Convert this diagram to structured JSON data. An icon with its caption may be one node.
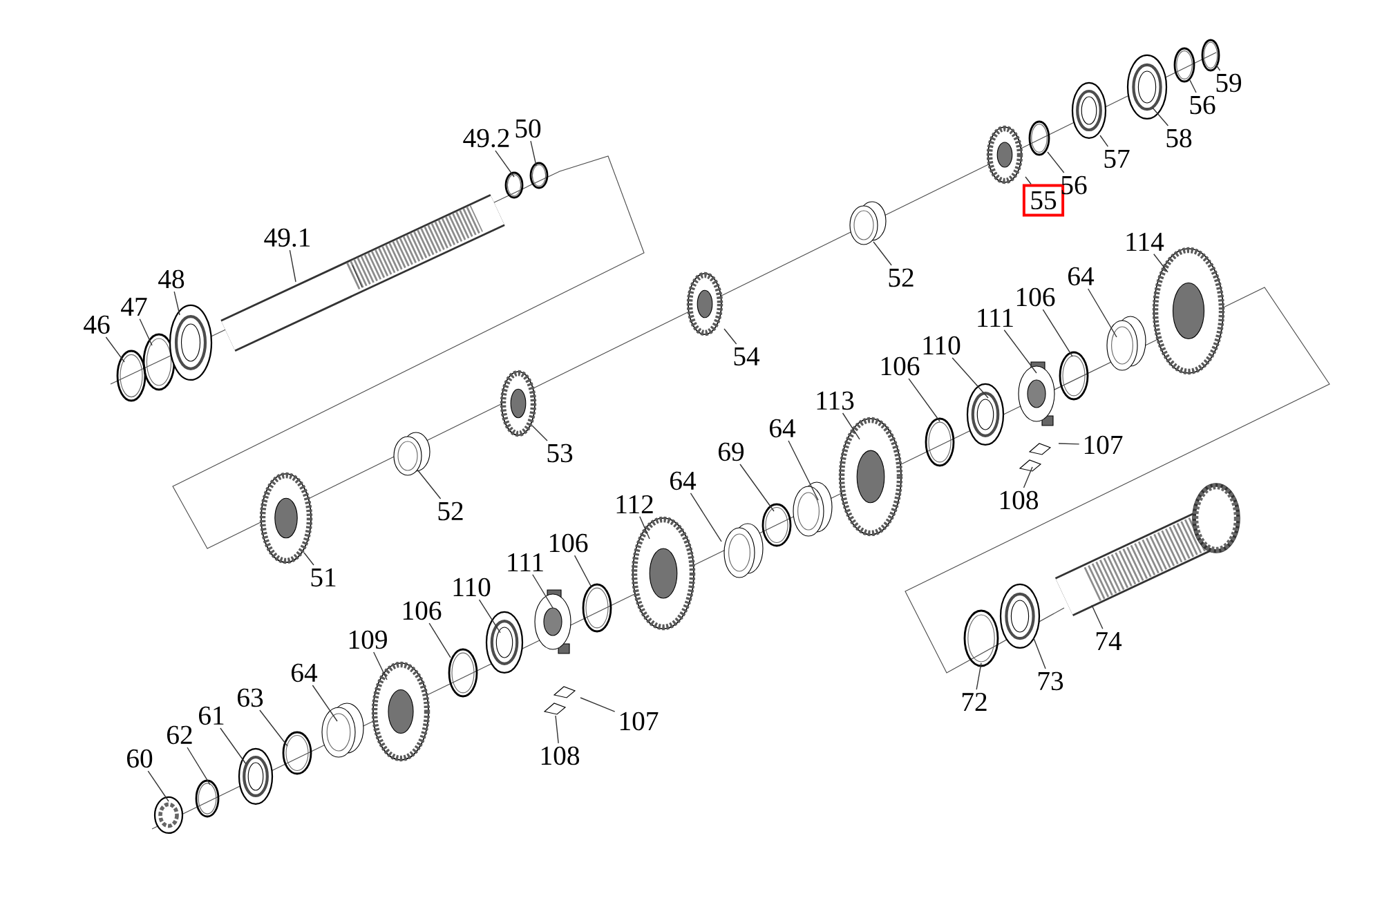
{
  "diagram": {
    "nodes": [
      {
        "text": [
          "46"
        ]
      },
      {
        "text": [
          "47"
        ]
      },
      {
        "text": [
          "48"
        ]
      },
      {
        "text": [
          "49.1"
        ]
      },
      {
        "text": [
          "49.2"
        ]
      },
      {
        "text": [
          "50"
        ]
      },
      {
        "text": [
          "51"
        ]
      },
      {
        "text": [
          "52"
        ]
      },
      {
        "text": [
          "53"
        ]
      },
      {
        "text": [
          "54"
        ]
      },
      {
        "text": [
          "52"
        ]
      },
      {
        "text": [
          "55"
        ]
      },
      {
        "text": [
          "56"
        ]
      },
      {
        "text": [
          "57"
        ]
      },
      {
        "text": [
          "58"
        ]
      },
      {
        "text": [
          "56"
        ]
      },
      {
        "text": [
          "59"
        ]
      },
      {
        "text": [
          "114"
        ]
      },
      {
        "text": [
          "64"
        ]
      },
      {
        "text": [
          "106"
        ]
      },
      {
        "text": [
          "111"
        ]
      },
      {
        "text": [
          "110"
        ]
      },
      {
        "text": [
          "106"
        ]
      },
      {
        "text": [
          "113"
        ]
      },
      {
        "text": [
          "64"
        ]
      },
      {
        "text": [
          "69"
        ]
      },
      {
        "text": [
          "64"
        ]
      },
      {
        "text": [
          "112"
        ]
      },
      {
        "text": [
          "106"
        ]
      },
      {
        "text": [
          "111"
        ]
      },
      {
        "text": [
          "110"
        ]
      },
      {
        "text": [
          "106"
        ]
      },
      {
        "text": [
          "109"
        ]
      },
      {
        "text": [
          "64"
        ]
      },
      {
        "text": [
          "63"
        ]
      },
      {
        "text": [
          "61"
        ]
      },
      {
        "text": [
          "62"
        ]
      },
      {
        "text": [
          "60"
        ]
      },
      {
        "text": [
          "107"
        ]
      },
      {
        "text": [
          "108"
        ]
      },
      {
        "text": [
          "107"
        ]
      },
      {
        "text": [
          "108"
        ]
      },
      {
        "text": [
          "72"
        ]
      },
      {
        "text": [
          "73"
        ]
      },
      {
        "text": [
          "74"
        ]
      }
    ],
    "edges": [
      {
        "from": 0,
        "to": null,
        "arrow": "none"
      },
      {
        "from": 1,
        "to": null,
        "arrow": "none"
      },
      {
        "from": 2,
        "to": null,
        "arrow": "none"
      },
      {
        "from": 3,
        "to": null,
        "arrow": "none"
      },
      {
        "from": 4,
        "to": null,
        "arrow": "none"
      },
      {
        "from": 5,
        "to": null,
        "arrow": "none"
      },
      {
        "from": 6,
        "to": null,
        "arrow": "none"
      },
      {
        "from": 7,
        "to": null,
        "arrow": "none"
      },
      {
        "from": 8,
        "to": null,
        "arrow": "none"
      },
      {
        "from": 9,
        "to": null,
        "arrow": "none"
      },
      {
        "from": 10,
        "to": null,
        "arrow": "none"
      },
      {
        "from": 11,
        "to": null,
        "arrow": "none"
      },
      {
        "from": 12,
        "to": null,
        "arrow": "none"
      },
      {
        "from": 13,
        "to": null,
        "arrow": "none"
      },
      {
        "from": 14,
        "to": null,
        "arrow": "none"
      },
      {
        "from": 15,
        "to": null,
        "arrow": "none"
      },
      {
        "from": 16,
        "to": null,
        "arrow": "none"
      },
      {
        "from": 17,
        "to": null,
        "arrow": "none"
      },
      {
        "from": 18,
        "to": null,
        "arrow": "none"
      },
      {
        "from": 19,
        "to": null,
        "arrow": "none"
      },
      {
        "from": 20,
        "to": null,
        "arrow": "none"
      },
      {
        "from": 21,
        "to": null,
        "arrow": "none"
      },
      {
        "from": 22,
        "to": null,
        "arrow": "none"
      },
      {
        "from": 23,
        "to": null,
        "arrow": "none"
      },
      {
        "from": 24,
        "to": null,
        "arrow": "none"
      },
      {
        "from": 25,
        "to": null,
        "arrow": "none"
      },
      {
        "from": 26,
        "to": null,
        "arrow": "none"
      },
      {
        "from": 27,
        "to": null,
        "arrow": "none"
      },
      {
        "from": 28,
        "to": null,
        "arrow": "none"
      },
      {
        "from": 29,
        "to": null,
        "arrow": "none"
      },
      {
        "from": 30,
        "to": null,
        "arrow": "none"
      },
      {
        "from": 31,
        "to": null,
        "arrow": "none"
      },
      {
        "from": 32,
        "to": null,
        "arrow": "none"
      },
      {
        "from": 33,
        "to": null,
        "arrow": "none"
      },
      {
        "from": 34,
        "to": null,
        "arrow": "none"
      },
      {
        "from": 35,
        "to": null,
        "arrow": "none"
      },
      {
        "from": 36,
        "to": null,
        "arrow": "none"
      },
      {
        "from": 37,
        "to": null,
        "arrow": "none"
      },
      {
        "from": 38,
        "to": null,
        "arrow": "none"
      },
      {
        "from": 39,
        "to": null,
        "arrow": "none"
      },
      {
        "from": 40,
        "to": null,
        "arrow": "none"
      },
      {
        "from": 41,
        "to": null,
        "arrow": "none"
      },
      {
        "from": 42,
        "to": null,
        "arrow": "none"
      },
      {
        "from": 43,
        "to": null,
        "arrow": "none"
      },
      {
        "from": 44,
        "to": null,
        "arrow": "none"
      }
    ]
  }
}
